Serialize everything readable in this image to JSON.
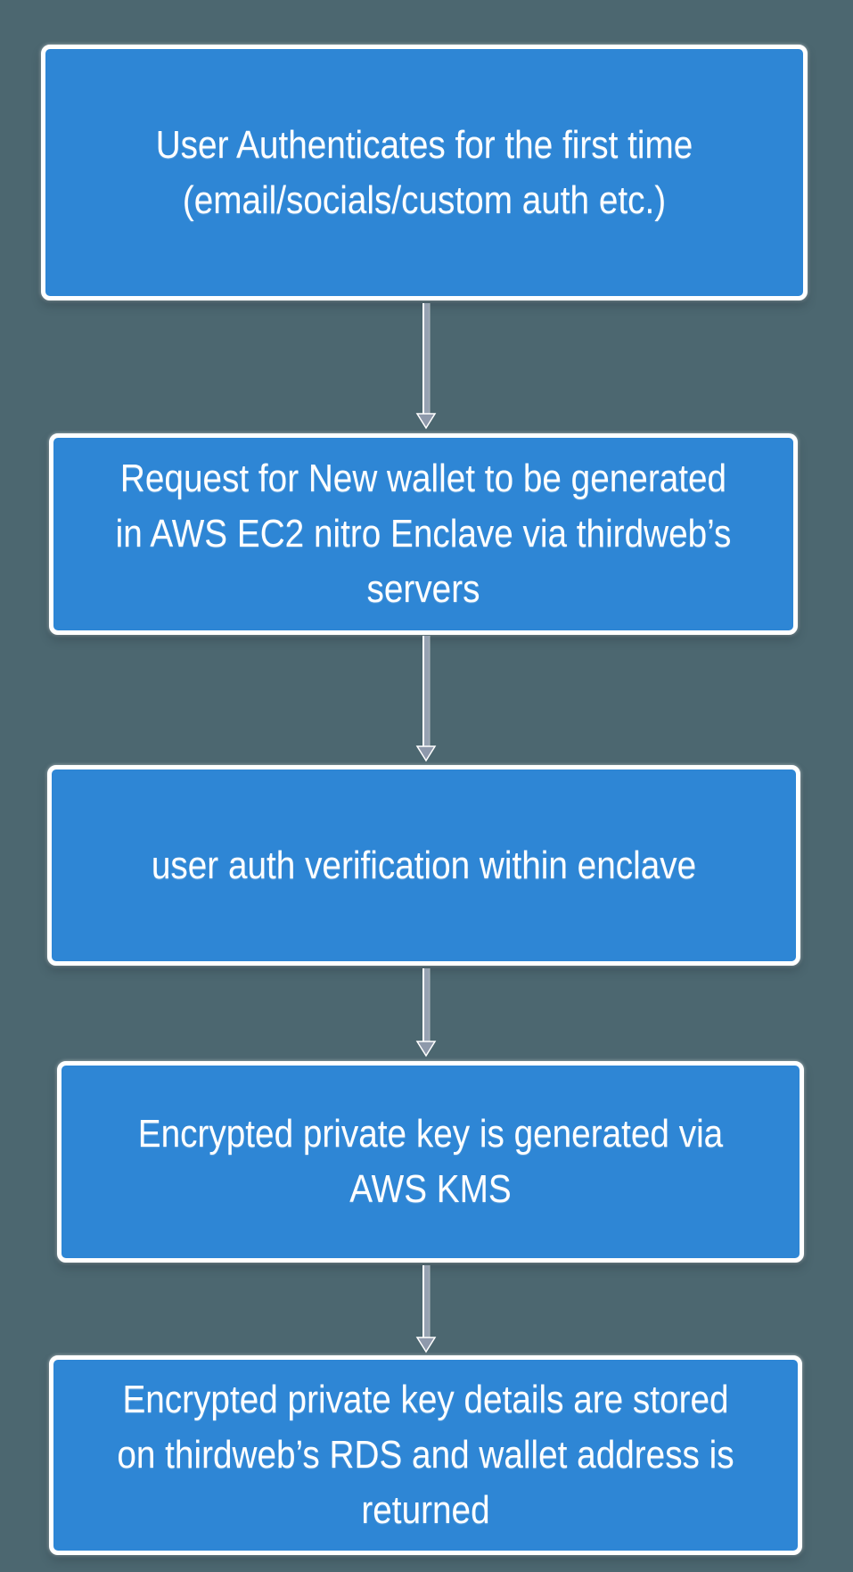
{
  "background_color": "#4C6770",
  "diagram": {
    "type": "flowchart",
    "direction": "top-down",
    "colors": {
      "node_fill": "#2E86D5",
      "node_border": "#FFFFFF",
      "node_text": "#FFFFFF",
      "arrow_shaft": "#96A2B2",
      "arrow_head": "#8E99AB",
      "arrow_highlight": "#FFFFFF",
      "connector_dot": "#A4C4E6"
    },
    "nodes": [
      {
        "id": 1,
        "text": "User Authenticates for the first time\n(email/socials/custom auth etc.)"
      },
      {
        "id": 2,
        "text": "Request for New wallet to be generated\nin AWS EC2 nitro Enclave via thirdweb’s\nservers"
      },
      {
        "id": 3,
        "text": "user auth verification within enclave"
      },
      {
        "id": 4,
        "text": "Encrypted private key is generated via\nAWS KMS"
      },
      {
        "id": 5,
        "text": "Encrypted private key details are stored\non thirdweb’s RDS and wallet address is\nreturned"
      }
    ],
    "edges": [
      {
        "from": 1,
        "to": 2
      },
      {
        "from": 2,
        "to": 3
      },
      {
        "from": 3,
        "to": 4
      },
      {
        "from": 4,
        "to": 5
      }
    ]
  }
}
